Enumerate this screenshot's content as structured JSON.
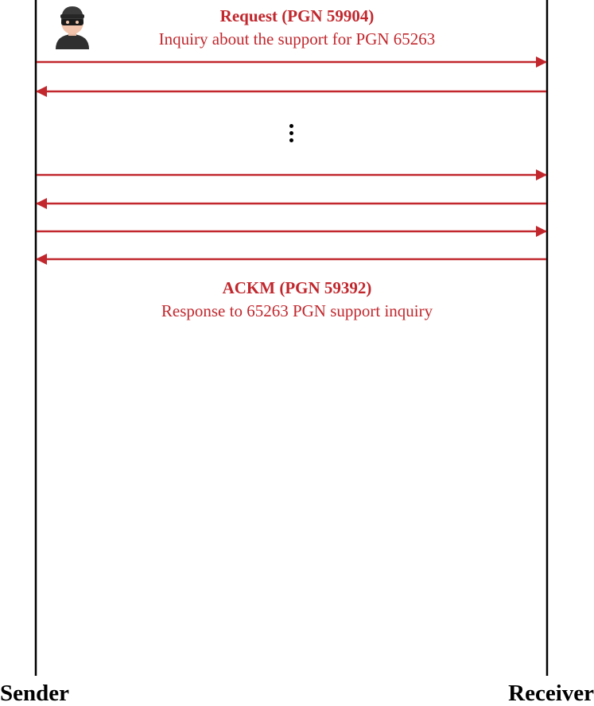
{
  "colors": {
    "accent": "#c1272d",
    "lifeline": "#000000",
    "text_dark": "#000000"
  },
  "participants": {
    "sender": "Sender",
    "receiver": "Receiver"
  },
  "request": {
    "title": "Request (PGN 59904)",
    "description": "Inquiry about the support for PGN 65263"
  },
  "response": {
    "title": "ACKM (PGN 59392)",
    "description": "Response to 65263 PGN support inquiry"
  },
  "attacker": {
    "icon": "masked-attacker-icon"
  },
  "messages": [
    {
      "from": "sender",
      "to": "receiver"
    },
    {
      "from": "receiver",
      "to": "sender"
    },
    {
      "from": "sender",
      "to": "receiver"
    },
    {
      "from": "receiver",
      "to": "sender"
    },
    {
      "from": "sender",
      "to": "receiver"
    },
    {
      "from": "receiver",
      "to": "sender"
    }
  ],
  "gap_indicator": "vertical-ellipsis-icon"
}
